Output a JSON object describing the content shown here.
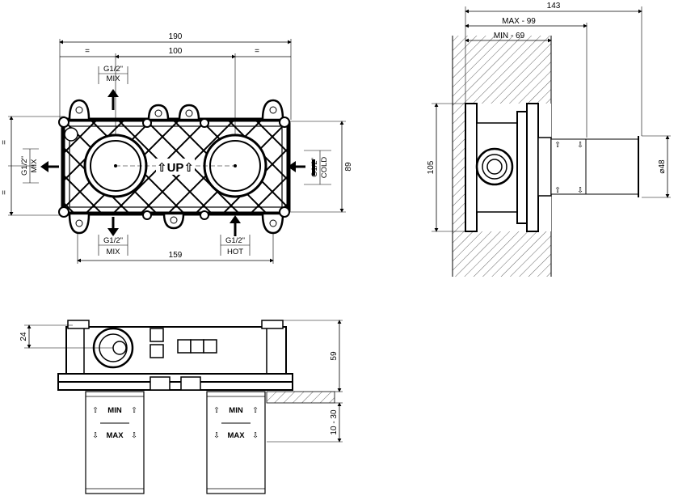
{
  "front_view": {
    "dim_top_overall": "190",
    "dim_top_center": "100",
    "dim_equal_left": "=",
    "dim_equal_right": "=",
    "dim_bottom": "159",
    "dim_right_height": "89",
    "dim_left_equal_top": "=",
    "dim_left_equal_bottom": "=",
    "top_port_thread": "G1/2\"",
    "top_port_label": "MIX",
    "left_port_thread": "G1/2\"",
    "left_port_label": "MIX",
    "right_port_thread": "G1/2\"",
    "right_port_label": "COLD",
    "bottom_left_thread": "G1/2\"",
    "bottom_left_label": "MIX",
    "bottom_right_thread": "G1/2\"",
    "bottom_right_label": "HOT",
    "up_mark": "⇧UP⇧"
  },
  "side_view": {
    "dim_overall": "143",
    "dim_max": "MAX - 99",
    "dim_min": "MIN - 69",
    "dim_height": "105",
    "dim_diameter": "⌀48"
  },
  "bottom_view": {
    "dim_offset": "24",
    "dim_depth": "59",
    "dim_adjust": "10 - 30",
    "left_min": "MIN",
    "left_max": "MAX",
    "right_min": "MIN",
    "right_max": "MAX"
  }
}
